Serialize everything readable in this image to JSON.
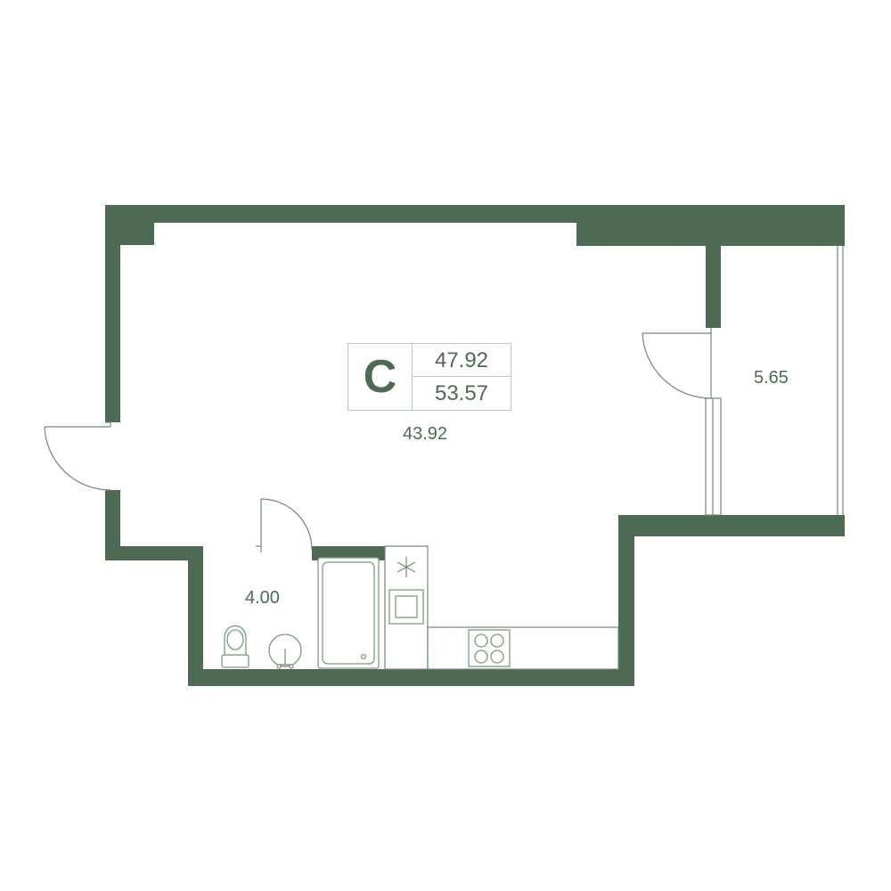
{
  "apartment": {
    "type_letter": "C",
    "total_area": "47.92",
    "total_area_with_balcony": "53.57"
  },
  "rooms": {
    "living": {
      "area": "43.92"
    },
    "bathroom": {
      "area": "4.00"
    },
    "balcony": {
      "area": "5.65"
    }
  },
  "colors": {
    "wall": "#4d6b52",
    "text": "#4d6b52",
    "thin_line": "#6f8a73"
  }
}
